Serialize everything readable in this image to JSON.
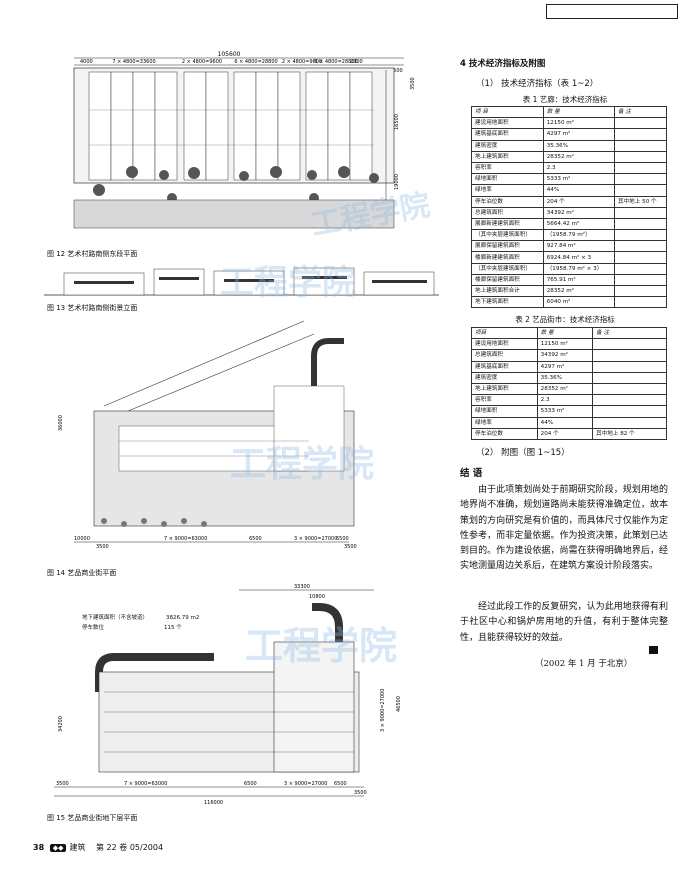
{
  "fig12": {
    "caption": "图 12  艺术村路南侧东段平面",
    "dim_total": "105600",
    "dim_left": "4000",
    "dim_right": "2000",
    "dim_seg1": "7 × 4800=33600",
    "dim_seg2": "2 × 4800=9600",
    "dim_seg3": "6 × 4800=28800",
    "dim_seg4": "2 × 4800=9600",
    "dim_seg5": "6 × 4800=28800",
    "dim_side": "5500",
    "dim_side2": "3500",
    "dim_side3": "16500",
    "dim_side4": "19000"
  },
  "fig13": {
    "caption": "图 13  艺术村路南侧街景立面"
  },
  "fig14": {
    "caption": "图 14  艺品商业街平面",
    "dim_a": "10000",
    "dim_b": "3500",
    "dim_c": "7 × 9000=63000",
    "dim_d": "6500",
    "dim_e": "3 × 9000=27000",
    "dim_f": "6500",
    "dim_g": "3500",
    "dim_h": "36000"
  },
  "fig15": {
    "caption": "图 15  艺品商业街地下层平面",
    "legend_label1": "地下建筑面积（不含坡道）",
    "legend_value1": "3826.79 m2",
    "legend_label2": "停车数位",
    "legend_value2": "115 个",
    "dim_top": "33300",
    "dim_top2": "10800",
    "dim_bottom": "116000",
    "dim_b1": "3500",
    "dim_b2": "7 × 9000=63000",
    "dim_b3": "6500",
    "dim_b4": "3 × 9000=27000",
    "dim_b5": "6500",
    "dim_b6": "3500",
    "dim_side1": "34200",
    "dim_side2": "3 × 9000=27000",
    "dim_side3": "46500"
  },
  "section4": {
    "heading": "4  技术经济指标及附图",
    "sub1": "（1） 技术经济指标（表 1~2）",
    "sub2": "（2） 附图（图 1~15）"
  },
  "table1": {
    "title": "表 1  艺廊：技术经济指标",
    "headers": [
      "项  目",
      "数  量",
      "备  注"
    ],
    "rows": [
      [
        "建设用地面积",
        "12150 m²",
        ""
      ],
      [
        "建筑基底面积",
        "4297 m²",
        ""
      ],
      [
        "建筑密度",
        "35.36%",
        ""
      ],
      [
        "地上建筑面积",
        "28352 m²",
        ""
      ],
      [
        "容积率",
        "2.3",
        ""
      ],
      [
        "绿地面积",
        "5333 m²",
        ""
      ],
      [
        "绿地率",
        "44%",
        ""
      ],
      [
        "停车泊位数",
        "204 个",
        "其中地上 50 个"
      ],
      [
        "总建筑面积",
        "34392 m²",
        ""
      ],
      [
        "展廊新建建筑面积",
        "5664.42 m²",
        ""
      ],
      [
        "（其中夹层建筑面积）",
        "（1958.79 m²）",
        ""
      ],
      [
        "展廊保留建筑面积",
        "927.84 m²",
        ""
      ],
      [
        "楼廊新建建筑面积",
        "6924.84 m² × 3",
        ""
      ],
      [
        "（其中夹层建筑面积）",
        "（1958.79 m² × 3）",
        ""
      ],
      [
        "楼廊保留建筑面积",
        "765.91 m²",
        ""
      ],
      [
        "地上建筑面积合计",
        "28352 m²",
        ""
      ],
      [
        "地下建筑面积",
        "6040 m²",
        ""
      ]
    ]
  },
  "table2": {
    "title": "表 2  艺品街市：技术经济指标",
    "headers": [
      "项目",
      "数  量",
      "备  注"
    ],
    "rows": [
      [
        "建设用地面积",
        "12150 m²",
        ""
      ],
      [
        "总建筑面积",
        "34392 m²",
        ""
      ],
      [
        "建筑基底面积",
        "4297 m²",
        ""
      ],
      [
        "建筑密度",
        "35.36%",
        ""
      ],
      [
        "地上建筑面积",
        "28352 m²",
        ""
      ],
      [
        "容积率",
        "2.3",
        ""
      ],
      [
        "绿地面积",
        "5333 m²",
        ""
      ],
      [
        "绿地率",
        "44%",
        ""
      ],
      [
        "停车泊位数",
        "204 个",
        "其中地上 82 个"
      ]
    ]
  },
  "conclusion": {
    "heading": "结  语",
    "para1": "由于此项策划尚处于前期研究阶段，规划用地的地界尚不准确，规划道路尚未能获得准确定位，故本策划的方向研究是有价值的，而具体尺寸仅能作为定性参考，而非定量依据。作为投资决策，此策划已达到目的。作为建设依据，尚需在获得明确地界后，经实地测量周边关系后，在建筑方案设计阶段落实。",
    "para2": "经过此段工作的反复研究，认为此用地获得有利于社区中心和锅炉房用地的升值，有利于整体完整性，且能获得较好的效益。",
    "date": "（2002 年 1 月  于北京）"
  },
  "footer": {
    "page": "38",
    "journal": "建筑",
    "issue": "第 22 卷  05/2004"
  },
  "watermark": "工程学院"
}
